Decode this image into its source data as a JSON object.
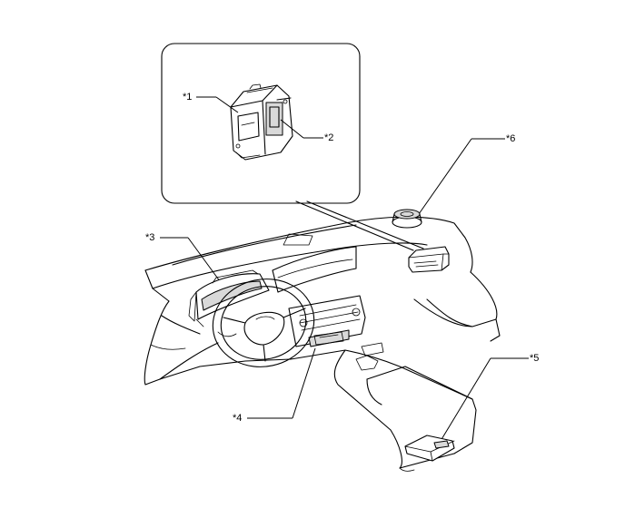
{
  "callouts": {
    "c1": "*1",
    "c2": "*2",
    "c3": "*3",
    "c4": "*4",
    "c5": "*5",
    "c6": "*6"
  },
  "colors": {
    "line": "#000000",
    "background": "#ffffff",
    "part_fill": "#d9d9d9"
  }
}
